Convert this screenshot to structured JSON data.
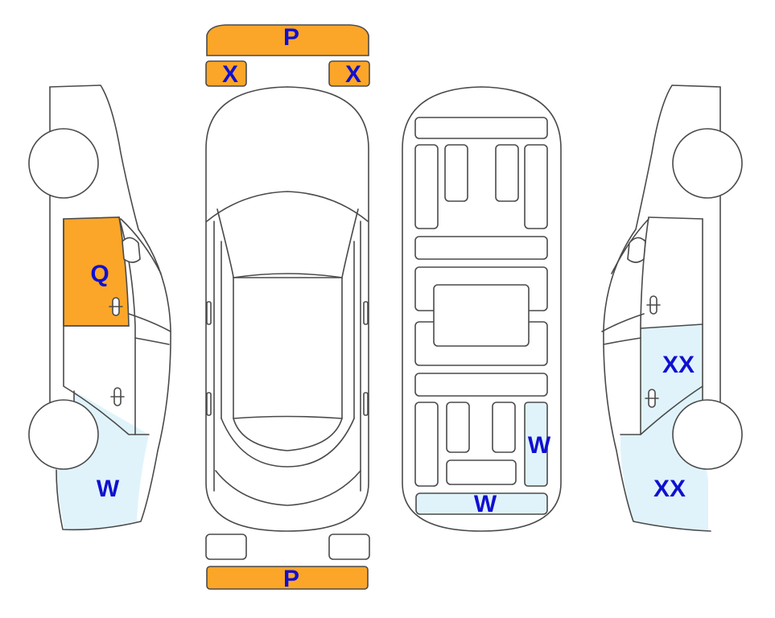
{
  "colors": {
    "orange": "#fba629",
    "light_blue": "#e0f3fb",
    "line": "#4a4a4a",
    "label": "#1010d0"
  },
  "labels": {
    "bumper_front": "P",
    "bumper_rear": "P",
    "light_front_left": "X",
    "light_front_right": "X",
    "left_front_door": "Q",
    "left_rear_quarter": "W",
    "right_rear_door": "XX",
    "right_rear_quarter": "XX",
    "underbody_rear_right": "W",
    "underbody_rear": "W"
  }
}
